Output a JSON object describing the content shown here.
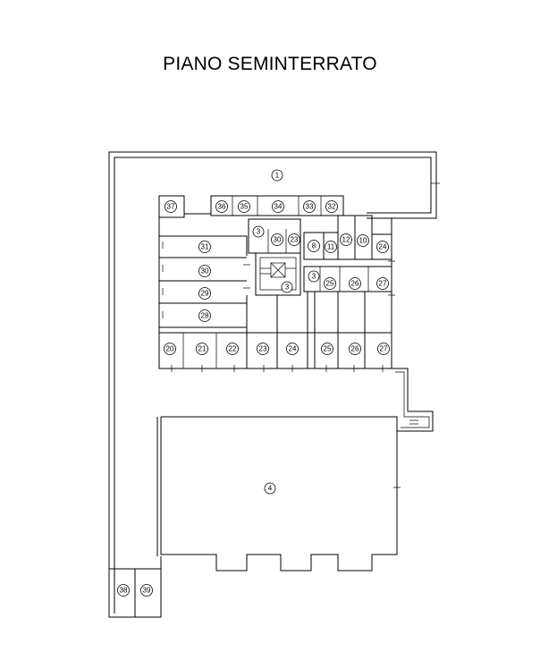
{
  "title": "PIANO SEMINTERRATO",
  "labels": {
    "l1": "1",
    "l4": "4",
    "l3a": "3",
    "l3b": "3",
    "l3c": "3",
    "l37": "37",
    "l36": "36",
    "l35": "35",
    "l34": "34",
    "l33": "33",
    "l32": "32",
    "l31": "31",
    "l30a": "30",
    "l23a": "23",
    "l8": "8",
    "l11": "11",
    "l12": "12",
    "l10": "10",
    "l24a": "24",
    "l30b": "30",
    "l25a": "25",
    "l26a": "26",
    "l27a": "27",
    "l29": "29",
    "l28": "28",
    "l20": "20",
    "l21": "21",
    "l22": "22",
    "l23b": "23",
    "l24b": "24",
    "l25b": "25",
    "l26b": "26",
    "l27b": "27",
    "l38": "38",
    "l39": "39"
  }
}
